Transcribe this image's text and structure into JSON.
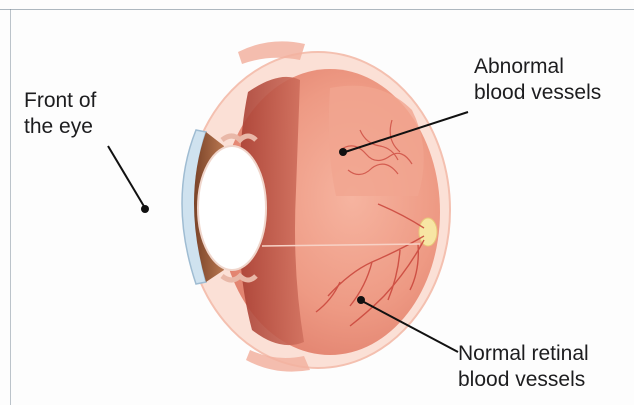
{
  "labels": {
    "front": {
      "line1": "Front of",
      "line2": "the eye"
    },
    "abnormal": {
      "line1": "Abnormal",
      "line2": "blood vessels"
    },
    "normal": {
      "line1": "Normal retinal",
      "line2": "blood vessels"
    }
  },
  "colors": {
    "sclera_edge": "#f4b8a8",
    "retina": "#ec8e7a",
    "retina_light": "#f3ab98",
    "choroid_dark": "#b04a3e",
    "iris": "#9a5b3a",
    "cornea": "#cfe2ef",
    "vessel": "#c9443a",
    "leader": "#111111"
  }
}
